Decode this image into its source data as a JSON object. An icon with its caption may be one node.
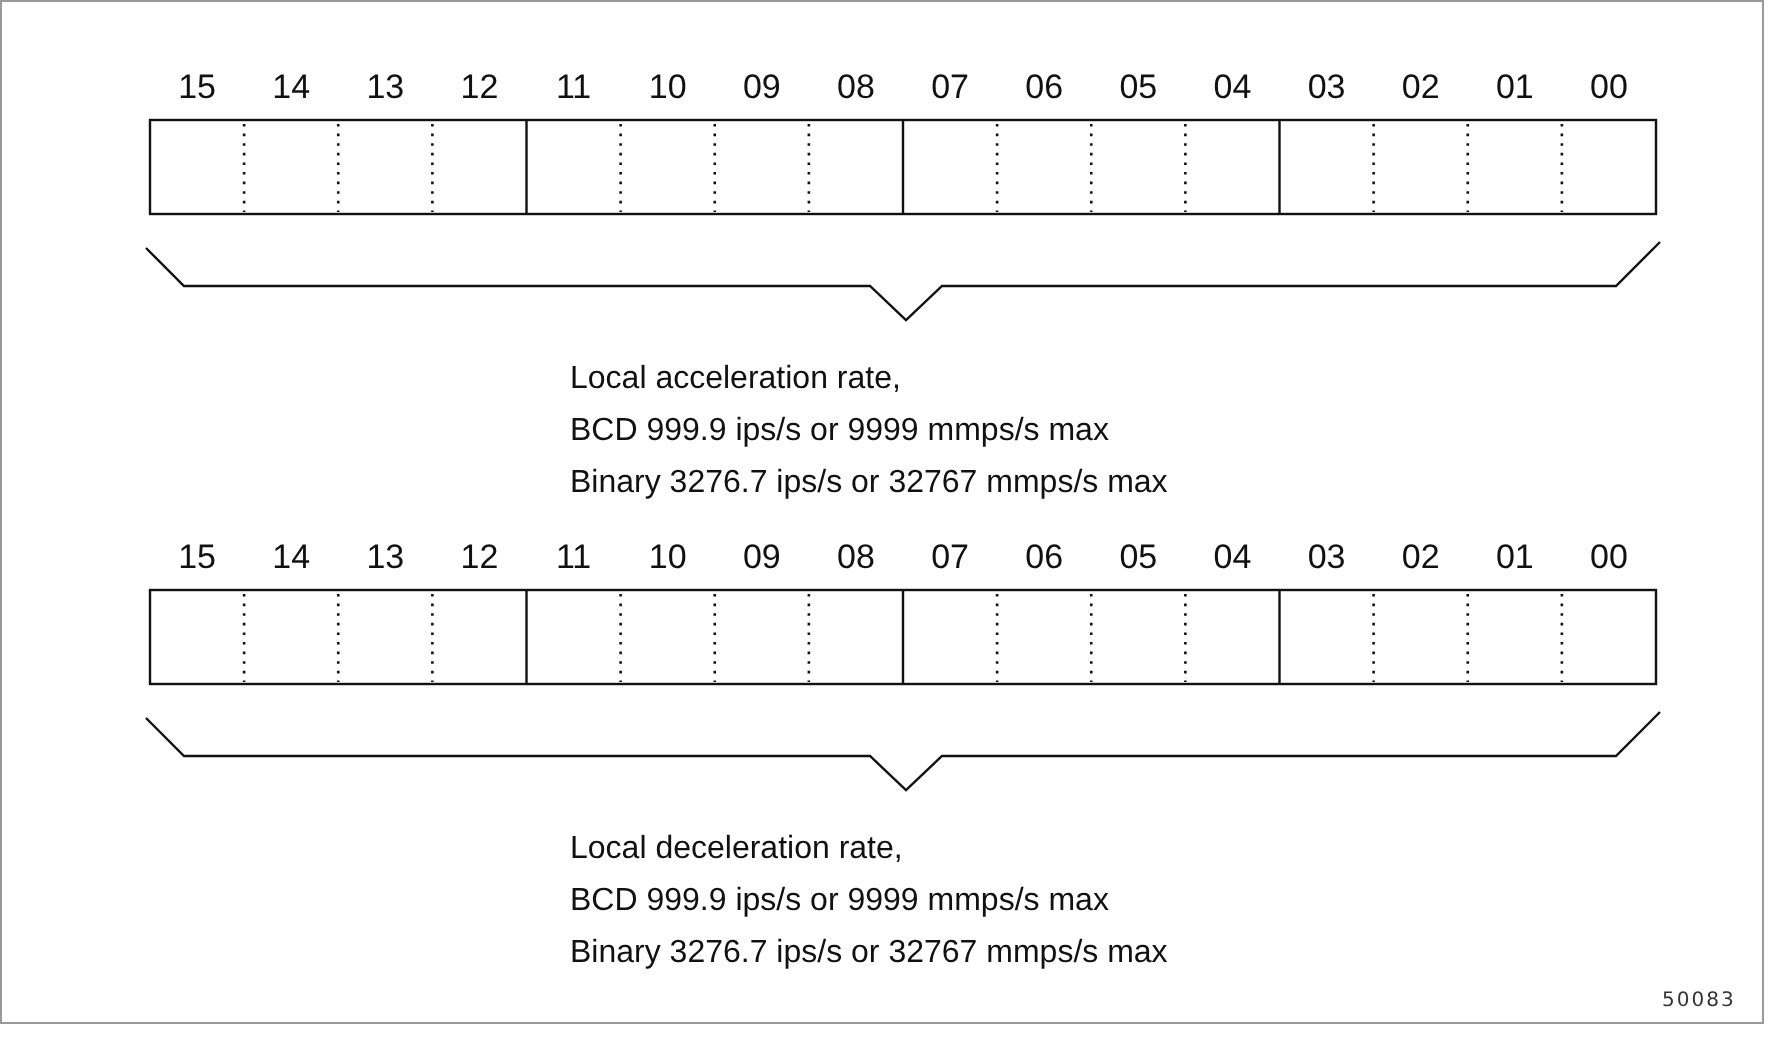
{
  "diagram": {
    "labels": [
      "15",
      "14",
      "13",
      "12",
      "11",
      "10",
      "09",
      "08",
      "07",
      "06",
      "05",
      "04",
      "03",
      "02",
      "01",
      "00",
      "Local acceleration rate,",
      "BCD 999.9 ips/s or 9999 mmps/s max",
      "Binary 3276.7 ips/s or 32767 mmps/s max",
      "15",
      "14",
      "13",
      "12",
      "11",
      "10",
      "09",
      "08",
      "07",
      "06",
      "05",
      "04",
      "03",
      "02",
      "01",
      "00",
      "Local deceleration rate,",
      "BCD 999.9 ips/s or 9999 mmps/s max",
      "Binary 3276.7 ips/s or 32767 mmps/s max",
      "50083"
    ]
  }
}
